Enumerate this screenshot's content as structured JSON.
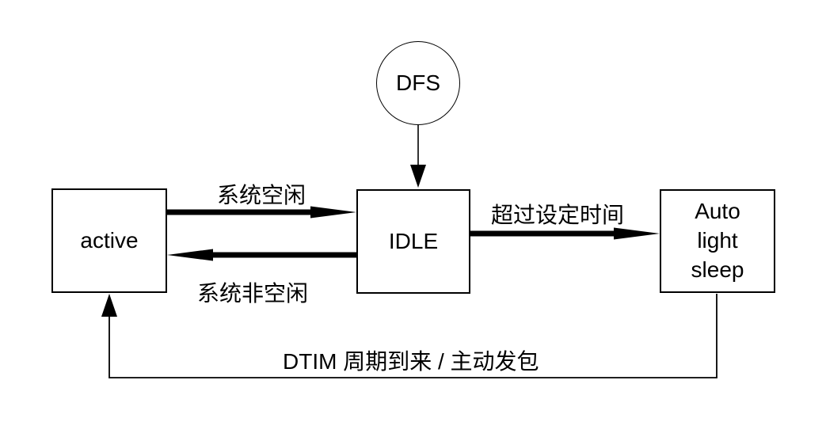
{
  "diagram": {
    "background_color": "#ffffff",
    "line_color": "#000000",
    "nodes": {
      "dfs": {
        "label": "DFS",
        "shape": "circle"
      },
      "active": {
        "label": "active",
        "shape": "rect"
      },
      "idle": {
        "label": "IDLE",
        "shape": "rect"
      },
      "auto_light_sleep": {
        "shape": "rect",
        "lines": [
          "Auto",
          "light",
          "sleep"
        ]
      }
    },
    "edges": {
      "dfs_to_idle": {
        "from": "dfs",
        "to": "idle",
        "label": "",
        "style": "thin"
      },
      "active_to_idle": {
        "from": "active",
        "to": "idle",
        "label": "系统空闲",
        "style": "thick"
      },
      "idle_to_active": {
        "from": "idle",
        "to": "active",
        "label": "系统非空闲",
        "style": "thick"
      },
      "idle_to_auto_light_sleep": {
        "from": "idle",
        "to": "auto_light_sleep",
        "label": "超过设定时间",
        "style": "thick"
      },
      "auto_light_sleep_to_active": {
        "from": "auto_light_sleep",
        "to": "active",
        "label": "DTIM 周期到来 / 主动发包",
        "style": "thin"
      }
    }
  }
}
